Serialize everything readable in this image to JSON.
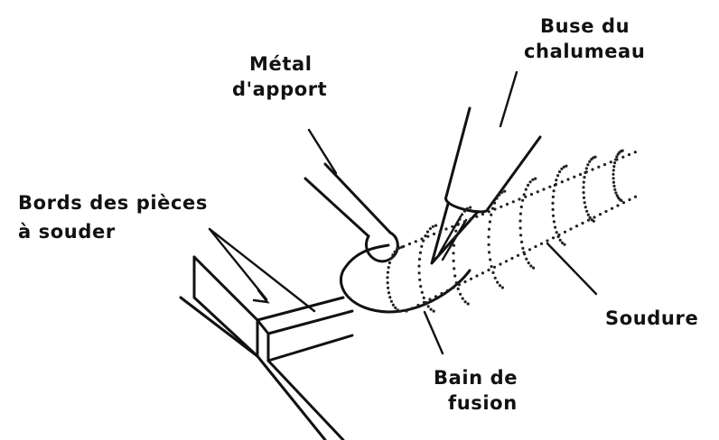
{
  "labels": {
    "filler_metal": [
      "Métal",
      "d'apport"
    ],
    "torch_nozzle": [
      "Buse du",
      "chalumeau"
    ],
    "edges": [
      "Bords des pièces",
      "à souder"
    ],
    "weld": "Soudure",
    "weld_pool": [
      "Bain de",
      "fusion"
    ]
  },
  "colors": {
    "ink": "#111111",
    "background": "#ffffff"
  }
}
